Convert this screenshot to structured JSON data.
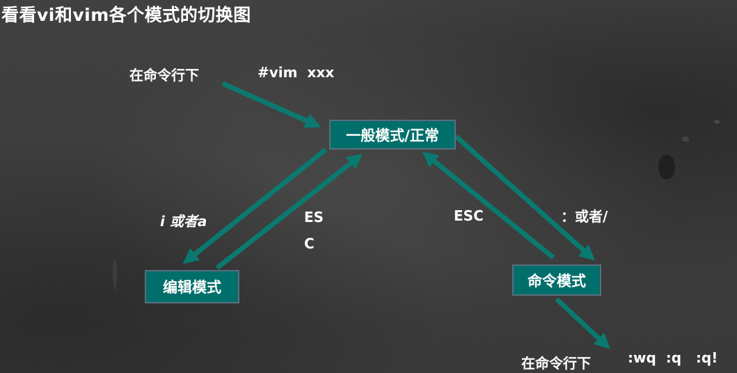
{
  "title": "看看vi和vim各个模式的切换图",
  "colors": {
    "box_fill": "#006e6b",
    "box_border": "#5a6f7f",
    "arrow": "#0a7a70",
    "background": "#363736",
    "text": "#ffffff"
  },
  "labels": {
    "cmdline_top": "在命令行下",
    "vim_cmd": "#vim  xxx",
    "i_or_a": "i 或者a",
    "esc_left_1": "ES",
    "esc_left_2": "C",
    "esc_right": "ESC",
    "colon_or_slash": "：或者/",
    "cmdline_bottom": "在命令行下",
    "quit_cmds": ":wq  :q   :q!"
  },
  "modes": {
    "normal": "一般模式/正常",
    "edit": "编辑模式",
    "command": "命令模式"
  },
  "arrow_icon": "arrow-icon"
}
